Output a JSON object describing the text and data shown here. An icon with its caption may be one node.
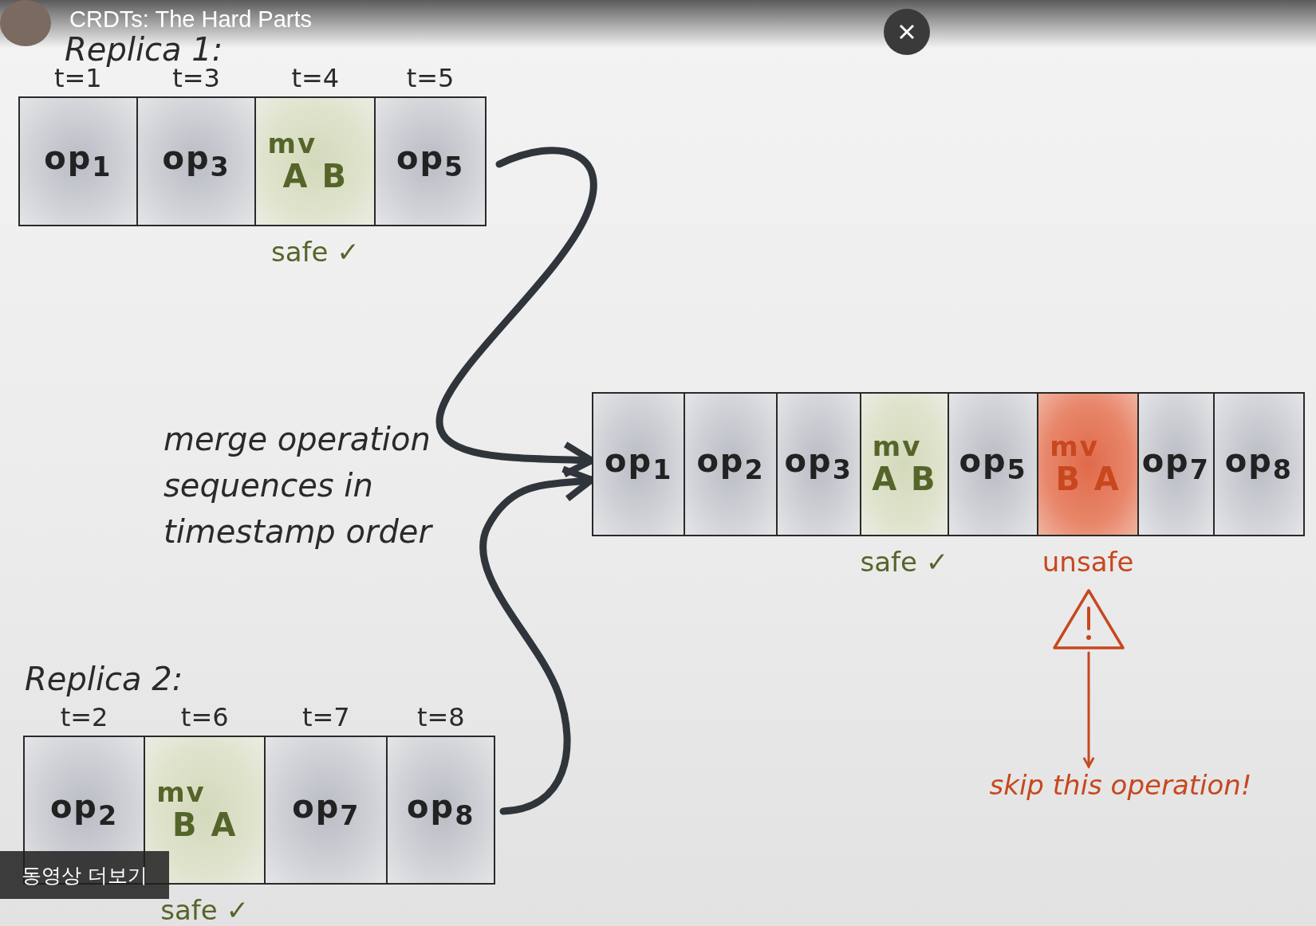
{
  "diagram": {
    "nodes": [
      {
        "text": [
          "Replica 1:"
        ]
      },
      {
        "text": [
          "op$_{1}$"
        ],
        "in": 0,
        "beside": [
          "t=1"
        ]
      },
      {
        "text": [
          "op$_{3}$"
        ],
        "in": 0,
        "beside": [
          "t=3"
        ]
      },
      {
        "text": [
          "mv",
          "A B"
        ],
        "in": 0,
        "beside": [
          "t=4",
          "safe ✓"
        ]
      },
      {
        "text": [
          "op$_{5}$"
        ],
        "in": 0,
        "beside": [
          "t=5"
        ]
      },
      {
        "text": [],
        "shape": "box"
      },
      {
        "text": [
          "op$_{1}$"
        ],
        "in": 5
      },
      {
        "text": [
          "op$_{2}$"
        ],
        "in": 5
      },
      {
        "text": [
          "op$_{3}$"
        ],
        "in": 5
      },
      {
        "text": [
          "mv",
          "A B"
        ],
        "in": 5,
        "beside": [
          "safe ✓"
        ]
      },
      {
        "text": [
          "op$_{5}$"
        ],
        "in": 5
      },
      {
        "text": [
          "mv",
          "B A"
        ],
        "in": 5,
        "beside": [
          "unsafe"
        ]
      },
      {
        "text": [
          "op$_{7}$"
        ],
        "in": 5
      },
      {
        "text": [
          "op$_{8}$"
        ],
        "in": 5
      },
      {
        "text": [
          "Replica 2:"
        ]
      },
      {
        "text": [
          "op$_{2}$"
        ],
        "in": 14,
        "beside": [
          "t=2"
        ]
      },
      {
        "text": [
          "mv",
          "B A"
        ],
        "in": 14,
        "beside": [
          "t=6",
          "safe ✓"
        ]
      },
      {
        "text": [
          "op$_{7}$"
        ],
        "in": 14,
        "beside": [
          "t=7"
        ]
      },
      {
        "text": [
          "op$_{8}$"
        ],
        "in": 14,
        "beside": [
          "t=8"
        ]
      },
      {
        "text": [],
        "shape": "triangle"
      },
      {
        "text": [
          "skip this operation!"
        ]
      }
    ],
    "edges": [
      {
        "from": 0,
        "to": 5,
        "arrow": "to"
      },
      {
        "from": 14,
        "to": 5,
        "arrow": "to"
      },
      {
        "from": 19,
        "to": 20,
        "arrow": "to",
        "color": "#c8471e"
      }
    ],
    "labels": [
      "CRDTs: The Hard Parts",
      "merge operation sequences in timestamp order",
      "동영상 더보기"
    ]
  }
}
